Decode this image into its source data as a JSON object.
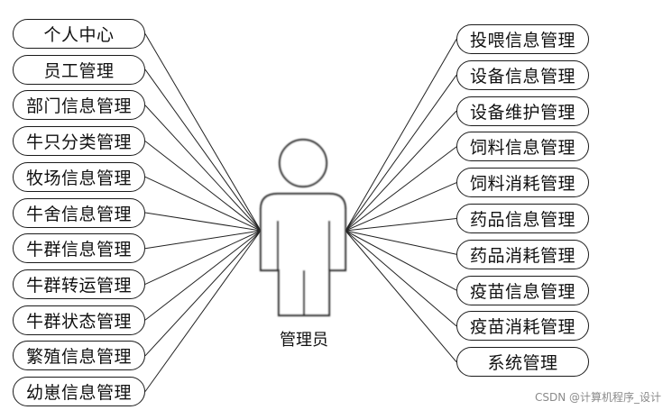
{
  "diagram": {
    "actor": {
      "label": "管理员"
    },
    "left_use_cases": [
      "个人中心",
      "员工管理",
      "部门信息管理",
      "牛只分类管理",
      "牧场信息管理",
      "牛舍信息管理",
      "牛群信息管理",
      "牛群转运管理",
      "牛群状态管理",
      "繁殖信息管理",
      "幼崽信息管理"
    ],
    "right_use_cases": [
      "投喂信息管理",
      "设备信息管理",
      "设备维护管理",
      "饲料信息管理",
      "饲料消耗管理",
      "药品信息管理",
      "药品消耗管理",
      "疫苗信息管理",
      "疫苗消耗管理",
      "系统管理"
    ]
  },
  "watermark": "CSDN @计算机程序_设计"
}
